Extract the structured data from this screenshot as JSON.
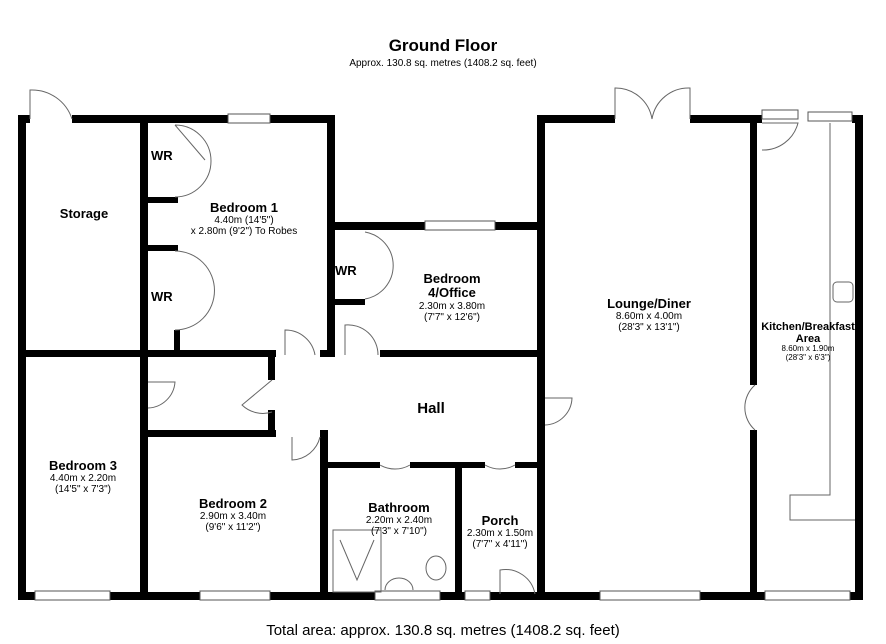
{
  "header": {
    "title": "Ground Floor",
    "subtitle": "Approx. 130.8 sq. metres (1408.2 sq. feet)"
  },
  "rooms": {
    "storage": {
      "name": "Storage"
    },
    "bedroom1": {
      "name": "Bedroom 1",
      "dim1": "4.40m (14'5\")",
      "dim2": "x 2.80m (9'2\") To Robes"
    },
    "bedroom4": {
      "name1": "Bedroom",
      "name2": "4/Office",
      "dim1": "2.30m x 3.80m",
      "dim2": "(7'7\" x 12'6\")"
    },
    "lounge": {
      "name": "Lounge/Diner",
      "dim1": "8.60m x 4.00m",
      "dim2": "(28'3\" x 13'1\")"
    },
    "kitchen": {
      "name1": "Kitchen/Breakfast",
      "name2": "Area",
      "dim1": "8.60m x 1.90m",
      "dim2": "(28'3\" x 6'3\")"
    },
    "hall": {
      "name": "Hall"
    },
    "bedroom3": {
      "name": "Bedroom 3",
      "dim1": "4.40m x 2.20m",
      "dim2": "(14'5\" x 7'3\")"
    },
    "bedroom2": {
      "name": "Bedroom 2",
      "dim1": "2.90m x 3.40m",
      "dim2": "(9'6\" x 11'2\")"
    },
    "bathroom": {
      "name": "Bathroom",
      "dim1": "2.20m x 2.40m",
      "dim2": "(7'3\" x 7'10\")"
    },
    "porch": {
      "name": "Porch",
      "dim1": "2.30m x 1.50m",
      "dim2": "(7'7\" x 4'11\")"
    },
    "wardrobe_label": "WR"
  },
  "footer": {
    "total": "Total area: approx. 130.8 sq. metres (1408.2 sq. feet)"
  }
}
